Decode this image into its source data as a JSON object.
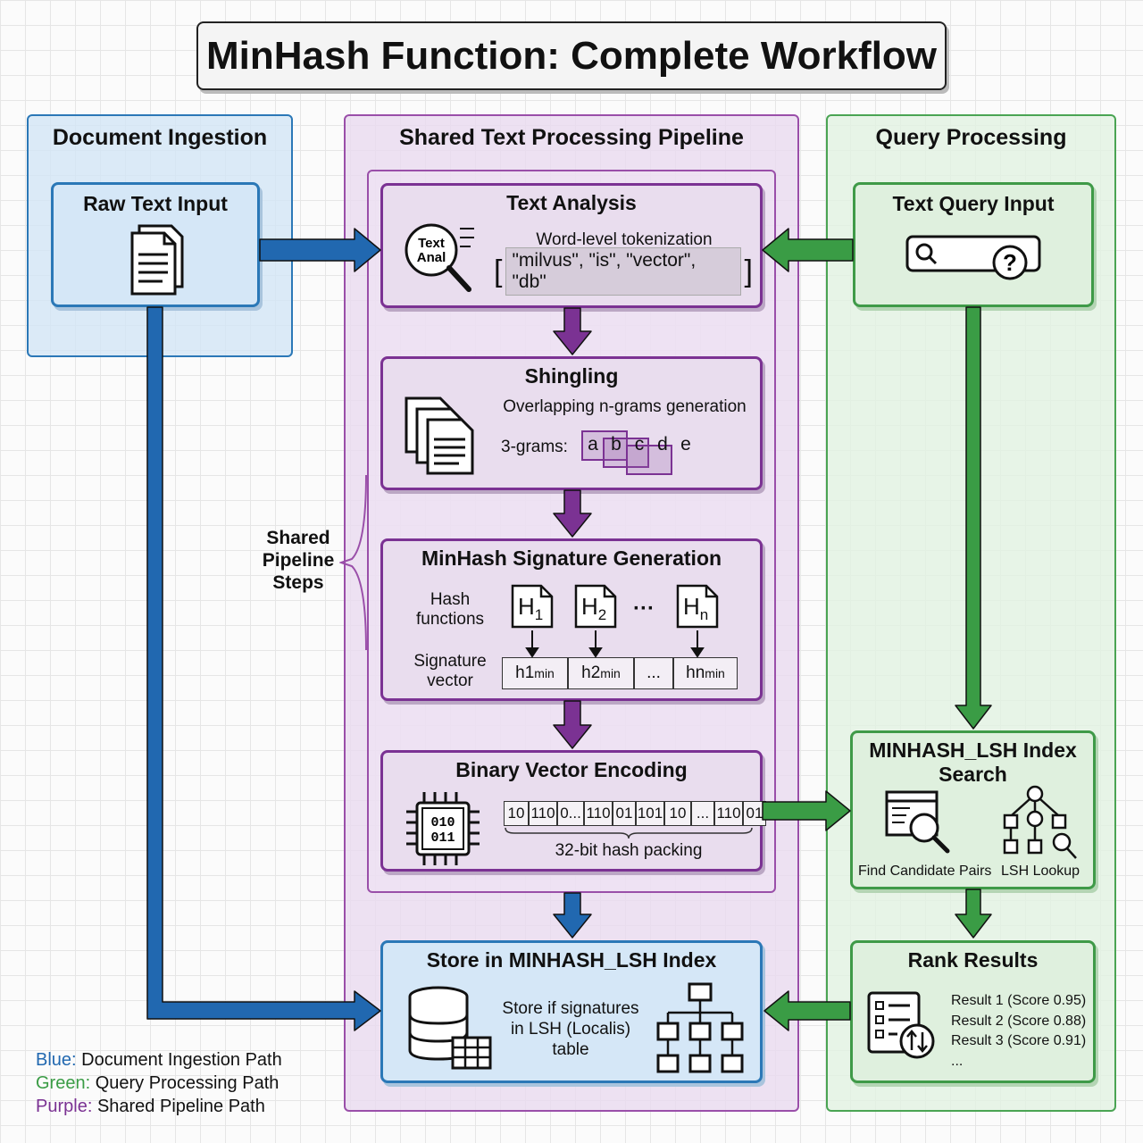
{
  "title": "MinHash Function: Complete Workflow",
  "lanes": {
    "ingestion": "Document Ingestion",
    "pipeline": "Shared Text Processing Pipeline",
    "query": "Query Processing"
  },
  "raw_text_input": {
    "title": "Raw Text Input"
  },
  "text_query_input": {
    "title": "Text Query Input"
  },
  "text_analysis": {
    "title": "Text Analysis",
    "desc": "Word-level tokenization",
    "tokens": "\"milvus\", \"is\", \"vector\", \"db\"",
    "bracket_left": "[",
    "bracket_right": "]",
    "icon_line1": "Text",
    "icon_line2": "Anal"
  },
  "shingling": {
    "title": "Shingling",
    "desc": "Overlapping n-grams generation",
    "label": "3-grams:",
    "letters": [
      "a",
      "b",
      "c",
      "d",
      "e"
    ]
  },
  "minhash": {
    "title": "MinHash Signature Generation",
    "hash_label_1": "Hash",
    "hash_label_2": "functions",
    "sig_label_1": "Signature",
    "sig_label_2": "vector",
    "h_letter": "H",
    "h_subs": [
      "1",
      "2",
      "n"
    ],
    "dots": "···",
    "cells": [
      {
        "main": "h1",
        "sub": "min"
      },
      {
        "main": "h2",
        "sub": "min"
      },
      {
        "main": "...",
        "sub": ""
      },
      {
        "main": "hn",
        "sub": "min"
      }
    ]
  },
  "binary": {
    "title": "Binary Vector Encoding",
    "chip_line1": "010",
    "chip_line2": "011",
    "bits": [
      "10",
      "110",
      "0...",
      "110",
      "01",
      "101",
      "10",
      "...",
      "110",
      "01"
    ],
    "caption": "32-bit hash packing"
  },
  "shared_label": [
    "Shared",
    "Pipeline",
    "Steps"
  ],
  "store": {
    "title": "Store in MINHASH_LSH Index",
    "desc_1": "Store if signatures",
    "desc_2": "in LSH (Localis)",
    "desc_3": "table"
  },
  "lsh_search": {
    "title_1": "MINHASH_LSH Index",
    "title_2": "Search",
    "label_left": "Find Candidate Pairs",
    "label_right": "LSH Lookup"
  },
  "rank": {
    "title": "Rank Results",
    "results": [
      "Result 1 (Score 0.95)",
      "Result 2 (Score 0.88)",
      "Result 3 (Score 0.91)",
      "..."
    ]
  },
  "legend": {
    "blue_key": "Blue:",
    "blue_text": "Document Ingestion Path",
    "green_key": "Green:",
    "green_text": "Query Processing Path",
    "purple_key": "Purple:",
    "purple_text": "Shared Pipeline Path"
  },
  "colors": {
    "blue": "#2168b0",
    "green": "#3a9c45",
    "purple": "#7b3293"
  }
}
